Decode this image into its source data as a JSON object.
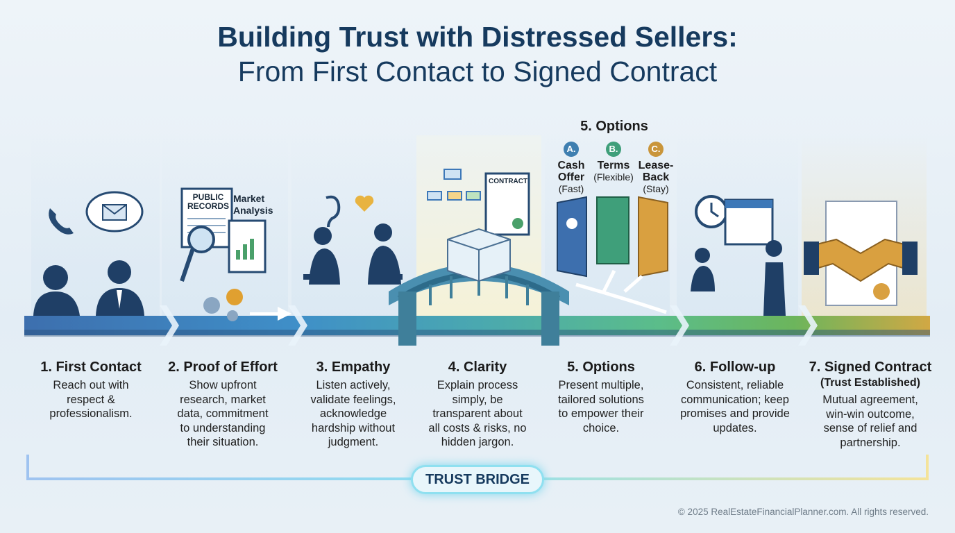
{
  "title_line1": "Building Trust with Distressed Sellers:",
  "title_line2": "From First Contact to Signed Contract",
  "illustration_labels": {
    "public_records": "PUBLIC RECORDS",
    "market_analysis": "Market Analysis",
    "contract": "CONTRACT"
  },
  "options_panel": {
    "title": "5. Options",
    "options": [
      {
        "badge": "A.",
        "name": "Cash Offer",
        "detail": "(Fast)",
        "color": "#3f7fb0"
      },
      {
        "badge": "B.",
        "name": "Terms",
        "detail": "(Flexible)",
        "color": "#3f9f7a"
      },
      {
        "badge": "C.",
        "name": "Lease-Back",
        "detail": "(Stay)",
        "color": "#c9953a"
      }
    ]
  },
  "steps": [
    {
      "title": "1. First Contact",
      "text": "Reach out with respect & professionalism."
    },
    {
      "title": "2. Proof of Effort",
      "text": "Show upfront research, market data, commitment to understanding their situation."
    },
    {
      "title": "3. Empathy",
      "text": "Listen actively, validate feelings, acknowledge hardship without judgment."
    },
    {
      "title": "4. Clarity",
      "text": "Explain process simply, be transparent about all costs & risks, no hidden jargon."
    },
    {
      "title": "5. Options",
      "text": "Present multiple, tailored solutions to empower their choice."
    },
    {
      "title": "6. Follow-up",
      "text": "Consistent, reliable communication; keep promises and provide updates."
    },
    {
      "title": "7. Signed Contract",
      "subtitle": "(Trust Established)",
      "text": "Mutual agreement, win-win outcome, sense of relief and partnership."
    }
  ],
  "trust_bridge_label": "TRUST BRIDGE",
  "copyright": "© 2025 RealEstateFinancialPlanner.com. All rights reserved.",
  "colors": {
    "navy": "#163a5e",
    "blue": "#3d78b8",
    "teal": "#3aa39a",
    "green": "#5cae5a",
    "gold": "#c9a040"
  }
}
